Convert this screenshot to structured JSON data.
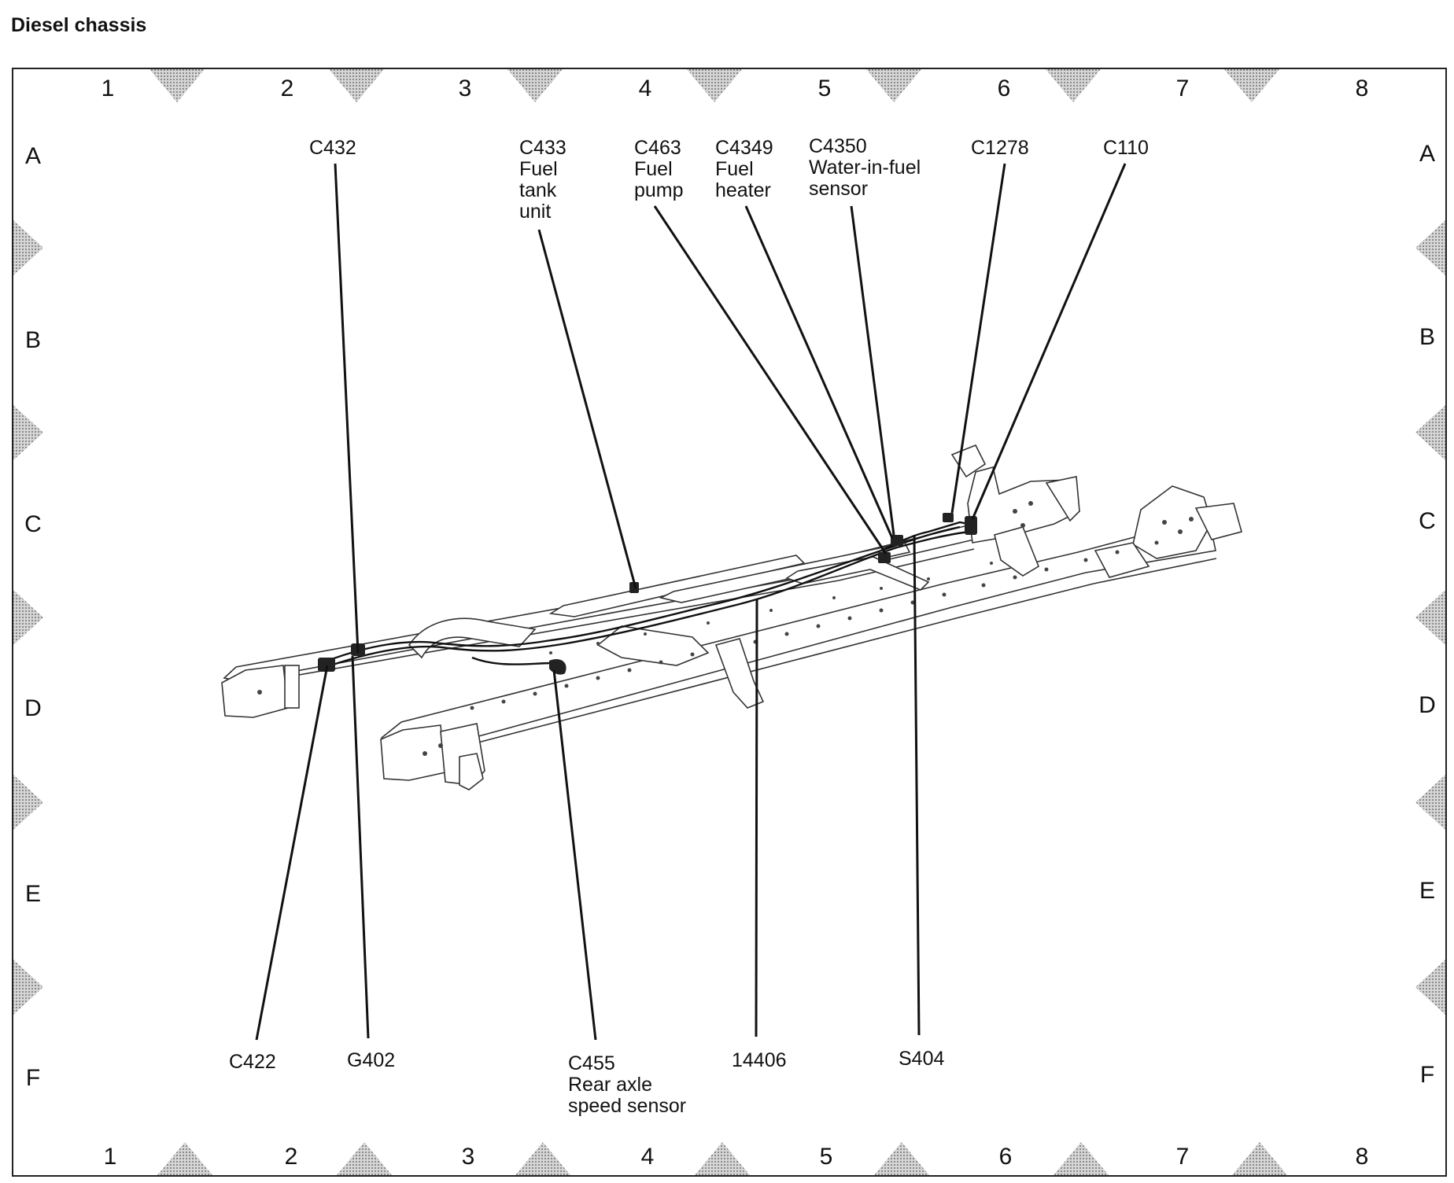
{
  "title": "Diesel chassis",
  "grid": {
    "columns": [
      "1",
      "2",
      "3",
      "4",
      "5",
      "6",
      "7",
      "8"
    ],
    "rows": [
      "A",
      "B",
      "C",
      "D",
      "E",
      "F"
    ]
  },
  "callouts": {
    "c432": {
      "lines": [
        "C432"
      ]
    },
    "c433": {
      "lines": [
        "C433",
        "Fuel",
        "tank",
        "unit"
      ]
    },
    "c463": {
      "lines": [
        "C463",
        "Fuel",
        "pump"
      ]
    },
    "c4349": {
      "lines": [
        "C4349",
        "Fuel",
        "heater"
      ]
    },
    "c4350": {
      "lines": [
        "C4350",
        "Water-in-fuel",
        "sensor"
      ]
    },
    "c1278": {
      "lines": [
        "C1278"
      ]
    },
    "c110": {
      "lines": [
        "C110"
      ]
    },
    "c422": {
      "lines": [
        "C422"
      ]
    },
    "g402": {
      "lines": [
        "G402"
      ]
    },
    "c455": {
      "lines": [
        "C455",
        "Rear axle",
        "speed sensor"
      ]
    },
    "w14406": {
      "lines": [
        "14406"
      ]
    },
    "s404": {
      "lines": [
        "S404"
      ]
    }
  }
}
